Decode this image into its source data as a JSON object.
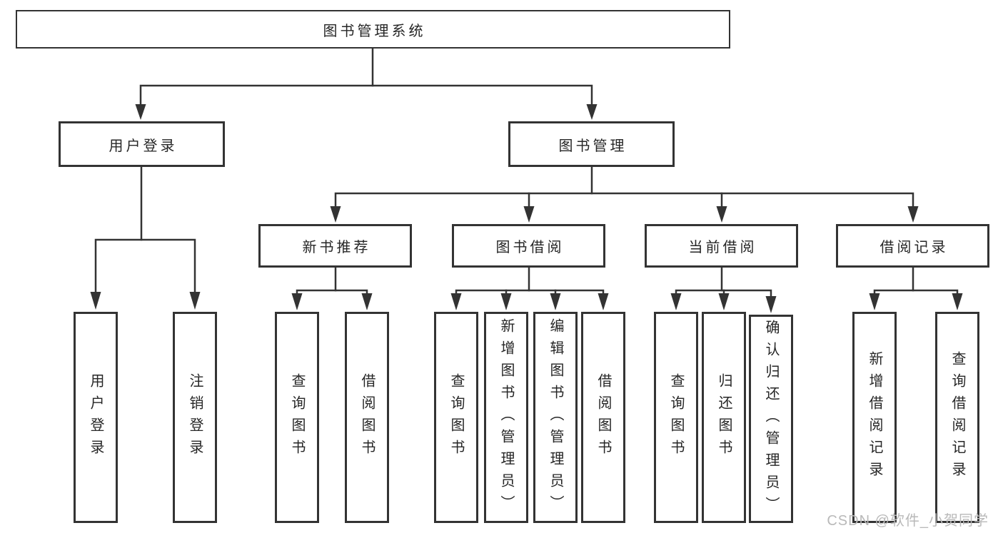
{
  "tree": {
    "root": "图书管理系统",
    "branches": [
      {
        "label": "用户登录",
        "leaves": [
          "用户登录",
          "注销登录"
        ]
      },
      {
        "label": "图书管理",
        "groups": [
          {
            "label": "新书推荐",
            "leaves": [
              "查询图书",
              "借阅图书"
            ]
          },
          {
            "label": "图书借阅",
            "leaves": [
              "查询图书",
              "新增图书（管理员）",
              "编辑图书（管理员）",
              "借阅图书"
            ]
          },
          {
            "label": "当前借阅",
            "leaves": [
              "查询图书",
              "归还图书",
              "确认归还（管理员）"
            ]
          },
          {
            "label": "借阅记录",
            "leaves": [
              "新增借阅记录",
              "查询借阅记录"
            ]
          }
        ]
      }
    ]
  },
  "watermark": "CSDN @软件_小贺同学",
  "colors": {
    "line": "#333333",
    "box_border": "#333333",
    "text": "#262626",
    "watermark": "#b9b9b9",
    "background": "#ffffff"
  }
}
